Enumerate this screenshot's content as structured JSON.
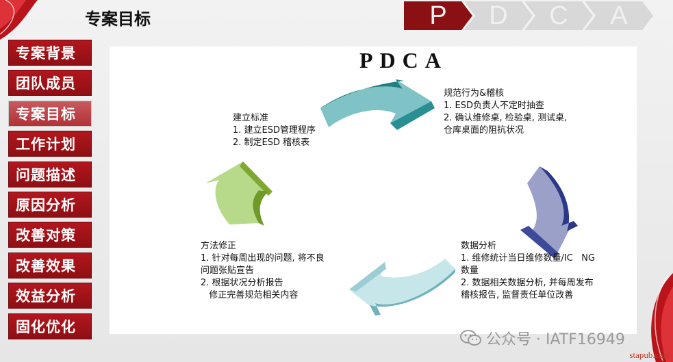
{
  "page": {
    "title": "专案目标"
  },
  "pdca_tabs": [
    {
      "label": "P",
      "active": true
    },
    {
      "label": "D",
      "active": false
    },
    {
      "label": "C",
      "active": false
    },
    {
      "label": "A",
      "active": false
    }
  ],
  "sidebar": {
    "items": [
      {
        "label": "专案背景",
        "active": false
      },
      {
        "label": "团队成员",
        "active": false
      },
      {
        "label": "专案目标",
        "active": true
      },
      {
        "label": "工作计划",
        "active": false
      },
      {
        "label": "问题描述",
        "active": false
      },
      {
        "label": "原因分析",
        "active": false
      },
      {
        "label": "改善对策",
        "active": false
      },
      {
        "label": "改善效果",
        "active": false
      },
      {
        "label": "效益分析",
        "active": false
      },
      {
        "label": "固化优化",
        "active": false
      }
    ]
  },
  "diagram": {
    "title": "PDCA",
    "plan": {
      "lines": [
        "建立标准",
        "1. 建立ESD管理程序",
        "2. 制定ESD 稽核表"
      ]
    },
    "do": {
      "lines": [
        "规范行为&稽核",
        "1. ESD负责人不定时抽查",
        "2. 确认维修桌, 检验桌, 测试桌,",
        "仓库桌面的阻抗状况"
      ]
    },
    "check": {
      "lines": [
        "数据分析",
        "1. 维修统计当日维修数量/IC   NG",
        "数量",
        "2. 数据相关数据分析, 并每周发布",
        "稽核报告, 监督责任单位改善"
      ]
    },
    "act": {
      "lines": [
        "方法修正",
        "1. 针对每周出现的问题, 将不良",
        "问题张贴宣告",
        "2. 根据状况分析报告",
        "   修正完善规范相关内容"
      ]
    },
    "arrow_colors": {
      "plan": "#8cb43c",
      "do": "#2f9a9a",
      "check": "#2e3a8c",
      "act": "#8ec7cf"
    }
  },
  "watermark": {
    "text": "公众号 · IATF16949",
    "site": "stapub.com"
  },
  "colors": {
    "accent": "#8b1014",
    "menu_active": "#b13238"
  }
}
